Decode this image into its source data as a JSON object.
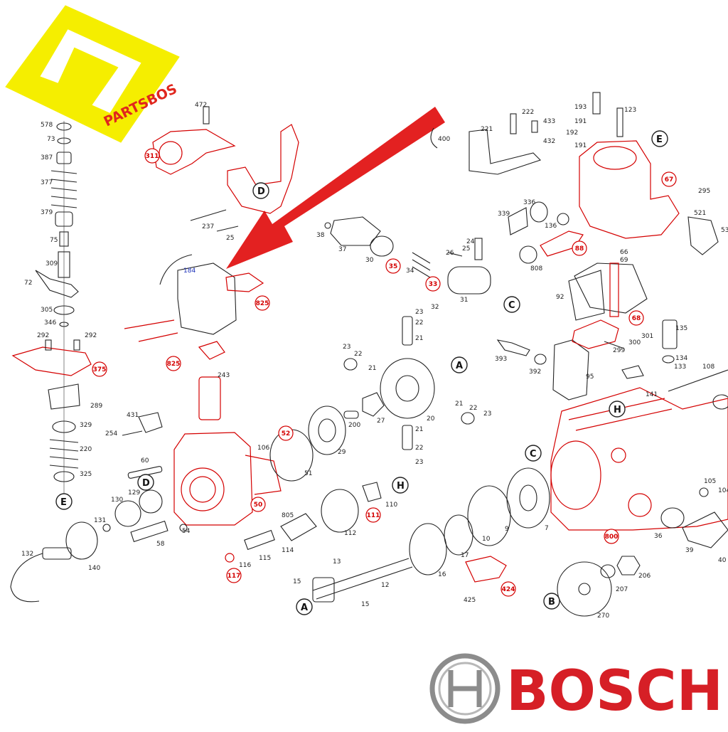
{
  "logo": {
    "partsbos_text": "PARTSBOS",
    "bosch_text": "BOSCH",
    "colors": {
      "partsbos_yellow": "#f5ee00",
      "partsbos_red": "#e0261d",
      "bosch_red": "#d61f26",
      "bosch_gray": "#8c8c8c"
    }
  },
  "colors": {
    "highlight": "#d40000",
    "arrow": "#e32121",
    "lines": "#222222",
    "blue_label": "#1a2fb8"
  },
  "letter_markers": [
    "A",
    "B",
    "C",
    "D",
    "E",
    "H"
  ],
  "labels": [
    {
      "id": "472",
      "style": "black"
    },
    {
      "id": "311",
      "style": "red"
    },
    {
      "id": "578",
      "style": "black"
    },
    {
      "id": "73",
      "style": "black"
    },
    {
      "id": "387",
      "style": "black"
    },
    {
      "id": "377",
      "style": "black"
    },
    {
      "id": "379",
      "style": "black"
    },
    {
      "id": "75",
      "style": "black"
    },
    {
      "id": "309",
      "style": "black"
    },
    {
      "id": "72",
      "style": "black"
    },
    {
      "id": "305",
      "style": "black"
    },
    {
      "id": "346",
      "style": "black"
    },
    {
      "id": "292",
      "style": "black"
    },
    {
      "id": "292",
      "style": "black"
    },
    {
      "id": "375",
      "style": "red"
    },
    {
      "id": "289",
      "style": "black"
    },
    {
      "id": "431",
      "style": "black"
    },
    {
      "id": "254",
      "style": "black"
    },
    {
      "id": "329",
      "style": "black"
    },
    {
      "id": "220",
      "style": "black"
    },
    {
      "id": "325",
      "style": "black"
    },
    {
      "id": "237",
      "style": "black"
    },
    {
      "id": "25",
      "style": "black"
    },
    {
      "id": "184",
      "style": "blue"
    },
    {
      "id": "825",
      "style": "red"
    },
    {
      "id": "825",
      "style": "red"
    },
    {
      "id": "243",
      "style": "black"
    },
    {
      "id": "60",
      "style": "black"
    },
    {
      "id": "129",
      "style": "black"
    },
    {
      "id": "130",
      "style": "black"
    },
    {
      "id": "131",
      "style": "black"
    },
    {
      "id": "132",
      "style": "black"
    },
    {
      "id": "140",
      "style": "black"
    },
    {
      "id": "58",
      "style": "black"
    },
    {
      "id": "54",
      "style": "black"
    },
    {
      "id": "50",
      "style": "red"
    },
    {
      "id": "106",
      "style": "black"
    },
    {
      "id": "52",
      "style": "red"
    },
    {
      "id": "51",
      "style": "black"
    },
    {
      "id": "29",
      "style": "black"
    },
    {
      "id": "200",
      "style": "black"
    },
    {
      "id": "38",
      "style": "black"
    },
    {
      "id": "37",
      "style": "black"
    },
    {
      "id": "30",
      "style": "black"
    },
    {
      "id": "35",
      "style": "red"
    },
    {
      "id": "34",
      "style": "black"
    },
    {
      "id": "26",
      "style": "black"
    },
    {
      "id": "25",
      "style": "black"
    },
    {
      "id": "24",
      "style": "black"
    },
    {
      "id": "33",
      "style": "red"
    },
    {
      "id": "32",
      "style": "black"
    },
    {
      "id": "31",
      "style": "black"
    },
    {
      "id": "23",
      "style": "black"
    },
    {
      "id": "22",
      "style": "black"
    },
    {
      "id": "21",
      "style": "black"
    },
    {
      "id": "23",
      "style": "black"
    },
    {
      "id": "22",
      "style": "black"
    },
    {
      "id": "21",
      "style": "black"
    },
    {
      "id": "27",
      "style": "black"
    },
    {
      "id": "20",
      "style": "black"
    },
    {
      "id": "21",
      "style": "black"
    },
    {
      "id": "22",
      "style": "black"
    },
    {
      "id": "23",
      "style": "black"
    },
    {
      "id": "21",
      "style": "black"
    },
    {
      "id": "22",
      "style": "black"
    },
    {
      "id": "23",
      "style": "black"
    },
    {
      "id": "110",
      "style": "black"
    },
    {
      "id": "111",
      "style": "red"
    },
    {
      "id": "805",
      "style": "black"
    },
    {
      "id": "112",
      "style": "black"
    },
    {
      "id": "114",
      "style": "black"
    },
    {
      "id": "115",
      "style": "black"
    },
    {
      "id": "116",
      "style": "black"
    },
    {
      "id": "117",
      "style": "red"
    },
    {
      "id": "13",
      "style": "black"
    },
    {
      "id": "15",
      "style": "black"
    },
    {
      "id": "15",
      "style": "black"
    },
    {
      "id": "12",
      "style": "black"
    },
    {
      "id": "16",
      "style": "black"
    },
    {
      "id": "17",
      "style": "black"
    },
    {
      "id": "10",
      "style": "black"
    },
    {
      "id": "9",
      "style": "black"
    },
    {
      "id": "7",
      "style": "black"
    },
    {
      "id": "424",
      "style": "red"
    },
    {
      "id": "425",
      "style": "black"
    },
    {
      "id": "270",
      "style": "black"
    },
    {
      "id": "207",
      "style": "black"
    },
    {
      "id": "206",
      "style": "black"
    },
    {
      "id": "800",
      "style": "red"
    },
    {
      "id": "36",
      "style": "black"
    },
    {
      "id": "39",
      "style": "black"
    },
    {
      "id": "40",
      "style": "black"
    },
    {
      "id": "105",
      "style": "black"
    },
    {
      "id": "104",
      "style": "black"
    },
    {
      "id": "141",
      "style": "black"
    },
    {
      "id": "108",
      "style": "black"
    },
    {
      "id": "95",
      "style": "black"
    },
    {
      "id": "392",
      "style": "black"
    },
    {
      "id": "393",
      "style": "black"
    },
    {
      "id": "299",
      "style": "black"
    },
    {
      "id": "300",
      "style": "black"
    },
    {
      "id": "301",
      "style": "black"
    },
    {
      "id": "68",
      "style": "red"
    },
    {
      "id": "92",
      "style": "black"
    },
    {
      "id": "66",
      "style": "black"
    },
    {
      "id": "69",
      "style": "black"
    },
    {
      "id": "135",
      "style": "black"
    },
    {
      "id": "134",
      "style": "black"
    },
    {
      "id": "133",
      "style": "black"
    },
    {
      "id": "808",
      "style": "black"
    },
    {
      "id": "88",
      "style": "red"
    },
    {
      "id": "136",
      "style": "black"
    },
    {
      "id": "339",
      "style": "black"
    },
    {
      "id": "336",
      "style": "black"
    },
    {
      "id": "67",
      "style": "red"
    },
    {
      "id": "295",
      "style": "black"
    },
    {
      "id": "521",
      "style": "black"
    },
    {
      "id": "53",
      "style": "black"
    },
    {
      "id": "193",
      "style": "black"
    },
    {
      "id": "123",
      "style": "black"
    },
    {
      "id": "191",
      "style": "black"
    },
    {
      "id": "192",
      "style": "black"
    },
    {
      "id": "191",
      "style": "black"
    },
    {
      "id": "222",
      "style": "black"
    },
    {
      "id": "433",
      "style": "black"
    },
    {
      "id": "432",
      "style": "black"
    },
    {
      "id": "221",
      "style": "black"
    },
    {
      "id": "400",
      "style": "black"
    }
  ]
}
